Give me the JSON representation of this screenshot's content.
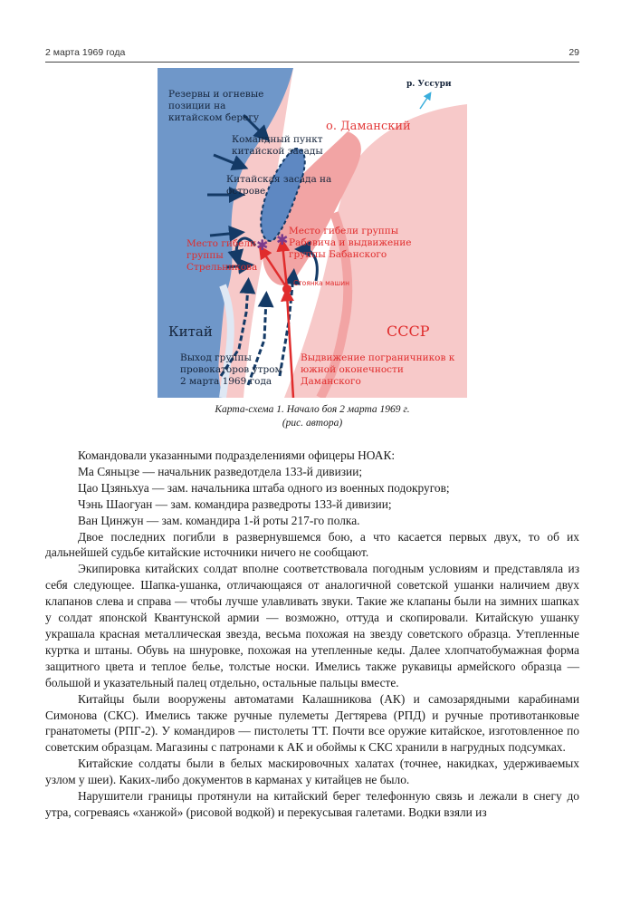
{
  "header": {
    "left": "2 марта 1969 года",
    "right": "29"
  },
  "map": {
    "labels": {
      "reserves": [
        "Резервы и огневые",
        "позиции на",
        "китайском берегу"
      ],
      "command_post": [
        "Командный пункт",
        "китайской засады"
      ],
      "ambush": [
        "Китайская засада на",
        "острове"
      ],
      "ussuri": "р. Уссури",
      "damansky": "о. Даманский",
      "strelnikov": [
        "Место гибели",
        "группы",
        "Стрельникова"
      ],
      "rabovich": [
        "Место гибели группы",
        "Рабовича и выдвижение",
        "группы Бабанского"
      ],
      "cars": "Стоянка машин",
      "china": "Китай",
      "ussr": "СССР",
      "exit": [
        "Выход группы",
        "провокаторов утром",
        "2 марта 1969 года"
      ],
      "advance": [
        "Выдвижение пограничников к",
        "южной оконечности",
        "Даманского"
      ]
    },
    "colors": {
      "china": "#6f97c9",
      "ussr": "#f7c9c9",
      "island": "#f2a4a4",
      "soviet_arrow": "#e02c2c",
      "chinese_arrow": "#143a66",
      "ussuri_arrow": "#3aaedc"
    }
  },
  "caption": {
    "line1": "Карта-схема 1. Начало боя 2 марта 1969 г.",
    "line2": "(рис. автора)"
  },
  "body": {
    "intro": "Командовали указанными подразделениями офицеры НОАК:",
    "officers": [
      "Ма Сяньцзе — начальник разведотдела 133-й дивизии;",
      "Цао Цзяньхуа — зам. начальника штаба одного из военных подокругов;",
      "Чэнь Шаогуан — зам. командира разведроты 133-й дивизии;",
      "Ван Цинжун — зам. командира 1-й роты 217-го полка."
    ],
    "paragraphs": [
      "Двое последних погибли в развернувшемся бою, а что касается первых двух, то об их дальнейшей судьбе китайские источники ничего не сообщают.",
      "Экипировка китайских солдат вполне соответствовала погодным условиям и представляла из себя следующее. Шапка-ушанка, отличающаяся от аналогичной советской ушанки наличием двух клапанов слева и справа — чтобы лучше улавливать звуки. Такие же клапаны были на зимних шапках у солдат японской Квантунской армии — возможно, оттуда и скопировали. Китайскую ушанку украшала красная металлическая звезда, весьма похожая на звезду советского образца. Утепленные куртка и штаны. Обувь на шнуровке, похожая на утепленные кеды. Далее хлопчатобумажная форма защитного цвета и теплое белье, толстые носки. Имелись также рукавицы армейского образца — большой и указательный палец отдельно, остальные пальцы вместе.",
      "Китайцы были вооружены автоматами Калашникова (АК) и самозарядными карабинами Симонова (СКС). Имелись также ручные пулеметы Дегтярева (РПД) и ручные противотанковые гранатометы (РПГ-2). У командиров — пистолеты ТТ. Почти все оружие китайское, изготовленное по советским образцам. Магазины с патронами к АК и обоймы к СКС хранили в нагрудных подсумках.",
      "Китайские солдаты были в белых маскировочных халатах (точнее, накидках, удерживаемых узлом у шеи). Каких-либо документов в карманах у китайцев не было.",
      "Нарушители границы протянули на китайский берег телефонную связь и лежали в снегу до утра, согреваясь «ханжой» (рисовой водкой) и перекусывая галетами. Водки взяли из"
    ]
  }
}
